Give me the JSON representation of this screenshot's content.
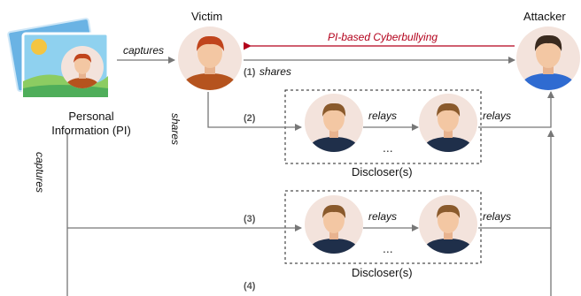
{
  "nodes": {
    "victim": "Victim",
    "attacker": "Attacker",
    "pi_line1": "Personal",
    "pi_line2": "Information (PI)"
  },
  "edges": {
    "captures_top": "captures",
    "captures_side": "captures",
    "shares_vertical": "shares",
    "shares_1": "shares",
    "cyberbullying": "PI-based Cyberbullying",
    "relays_1a": "relays",
    "relays_1b": "relays",
    "relays_2a": "relays",
    "relays_2b": "relays"
  },
  "steps": {
    "s1": "(1)",
    "s2": "(2)",
    "s3": "(3)",
    "s4": "(4)"
  },
  "groups": {
    "discloser_1": "Discloser(s)",
    "discloser_2": "Discloser(s)",
    "ellipsis_1": "...",
    "ellipsis_2": "..."
  },
  "colors": {
    "arrow_gray": "#777777",
    "attack_red": "#b3001b",
    "circle_bg": "#f3e3dc",
    "skin": "#f3c7a3",
    "victim_hair": "#c0441c",
    "victim_shirt": "#b5531e",
    "attacker_hair": "#3a2a1e",
    "attacker_shirt": "#2f6bd1",
    "discloser_hair": "#8a5a2c",
    "discloser_shirt": "#1f2f4a"
  }
}
